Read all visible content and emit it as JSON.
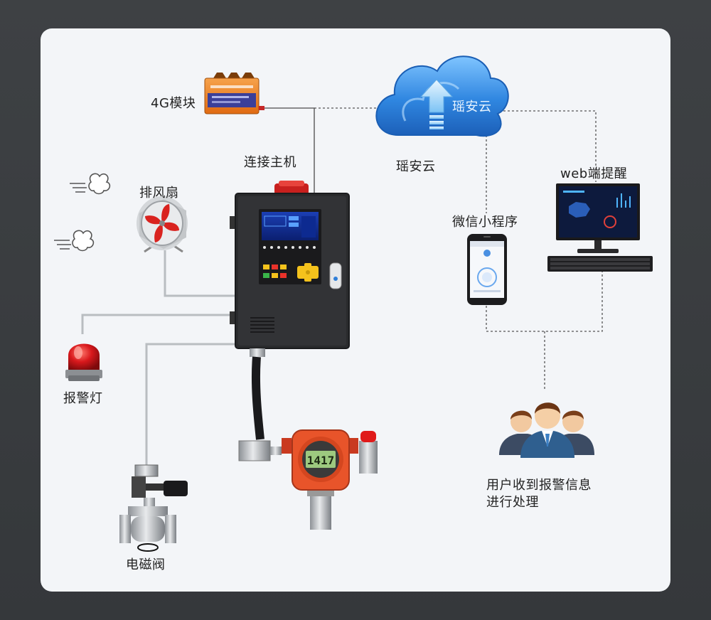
{
  "labels": {
    "module_4g": "4G模块",
    "cloud_label": "瑶安云",
    "cloud_text": "瑶安云",
    "host": "连接主机",
    "fan": "排风扇",
    "wechat": "微信小程序",
    "web": "web端提醒",
    "alarm_light": "报警灯",
    "valve": "电磁阀",
    "users_line1": "用户收到报警信息",
    "users_line2": "进行处理"
  },
  "devices": {
    "detector_reading": "1417"
  },
  "colors": {
    "cloud_blue": "#2f7fd8",
    "module_orange": "#f07f1f",
    "host_body": "#2a2b2d",
    "detector_orange": "#e8542a",
    "alarm_red": "#d8181c",
    "line_gray": "#b8bcc0",
    "dash_gray": "#555555"
  }
}
